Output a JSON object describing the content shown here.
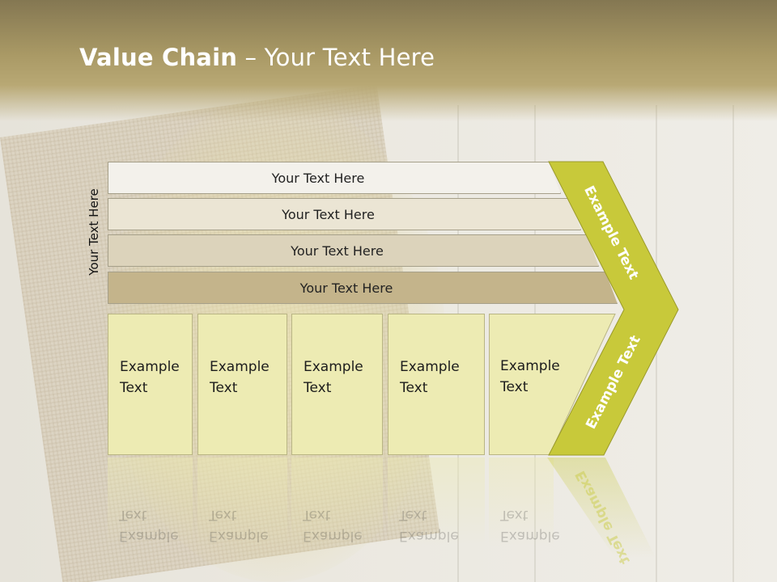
{
  "title": {
    "bold": "Value Chain",
    "rest": " – Your Text Here"
  },
  "side_label": "Your Text Here",
  "bars": [
    {
      "label": "Your Text Here",
      "color": "#f3f1eb"
    },
    {
      "label": "Your Text Here",
      "color": "#ebe5d4"
    },
    {
      "label": "Your Text Here",
      "color": "#dcd3bb"
    },
    {
      "label": "Your Text Here",
      "color": "#c4b48b"
    }
  ],
  "boxes": [
    {
      "label": "Example\nText"
    },
    {
      "label": "Example\nText"
    },
    {
      "label": "Example\nText"
    },
    {
      "label": "Example\nText"
    },
    {
      "label": "Example\nText"
    }
  ],
  "chevron": {
    "top_label": "Example Text",
    "bottom_label": "Example Text",
    "color": "#c8c93a"
  }
}
